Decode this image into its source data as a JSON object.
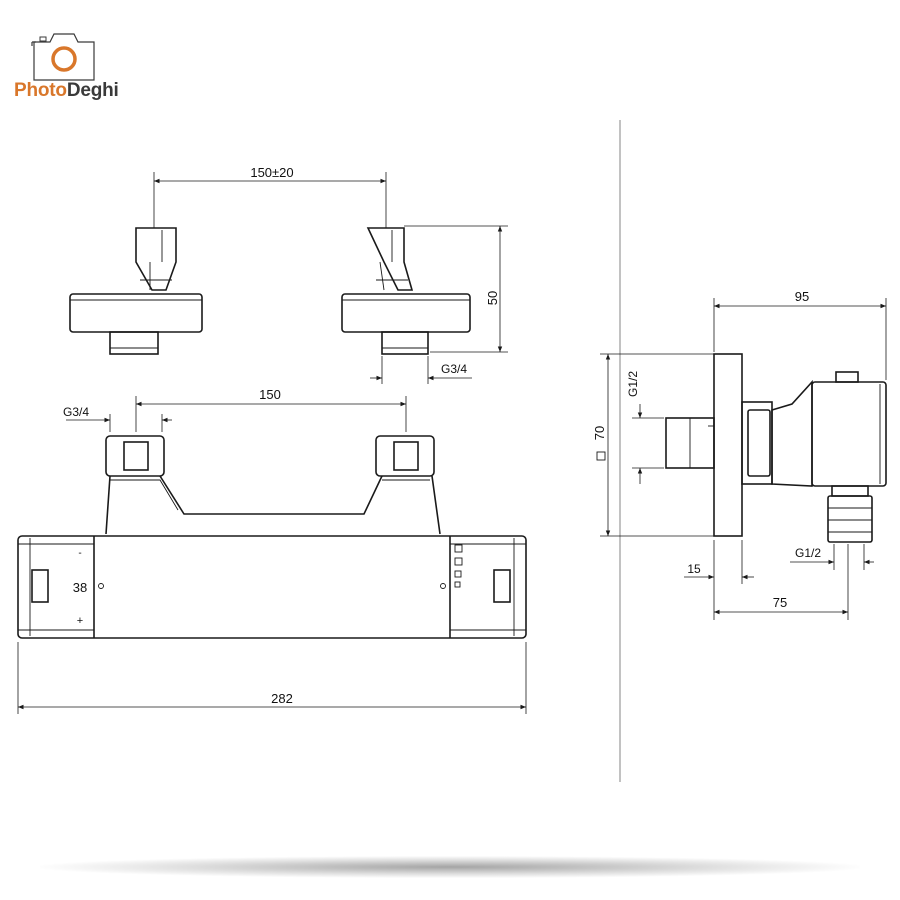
{
  "brand": {
    "name_part1": "Photo",
    "name_part2": "Deghi",
    "color_primary": "#d9772b",
    "color_secondary": "#3a3a3a",
    "icon": "camera-icon"
  },
  "front_view": {
    "dim_center_distance": "150±20",
    "dim_eccentric_height": "50",
    "dim_eccentric_thread": "G3/4",
    "dim_inlet_thread": "G3/4",
    "dim_inlet_spacing": "150",
    "dim_total_length": "282",
    "temperature_marker": "38",
    "minus_marker": "-",
    "plus_marker": "+"
  },
  "side_view": {
    "dim_depth": "95",
    "dim_height": "70",
    "dim_inlet_thread": "G1/2",
    "dim_outlet_thread": "G1/2",
    "dim_wall_offset": "15",
    "dim_outlet_offset": "75"
  }
}
